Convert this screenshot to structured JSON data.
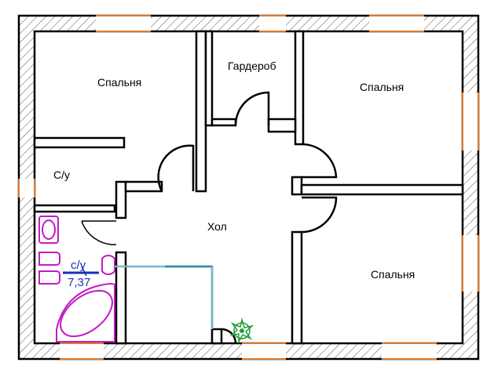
{
  "rooms": {
    "bedroom_top_left": "Спальня",
    "wardrobe": "Гардероб",
    "bedroom_top_right": "Спальня",
    "wc_small": "С/у",
    "hall": "Хол",
    "bedroom_bottom_right": "Спальня",
    "bathroom_label": "с/у",
    "bathroom_area": "7,37"
  },
  "colors": {
    "walls": "#000000",
    "windows": "#e07a2a",
    "fixtures": "#c21bc2",
    "area_marker": "#1a2fb3",
    "piping": "#7fb3c9",
    "plant": "#1e9e3a"
  }
}
